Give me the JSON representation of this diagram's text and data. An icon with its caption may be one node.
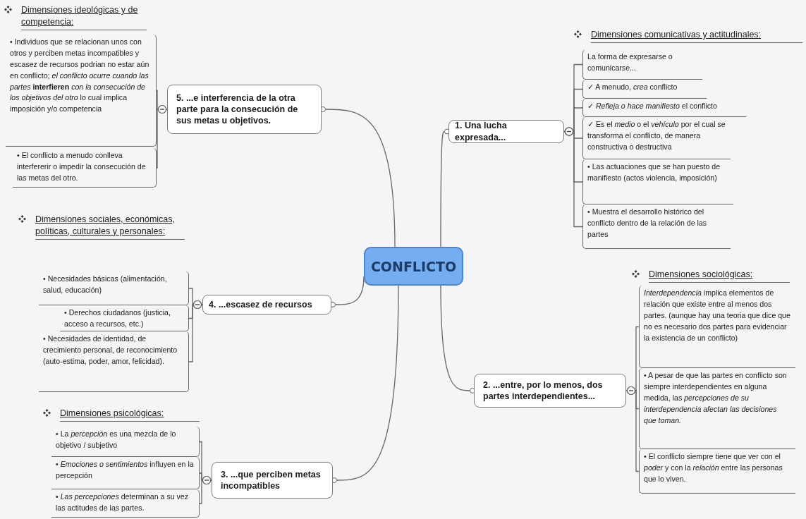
{
  "diagram": {
    "nodes": [
      {
        "text": [
          "CONFLICTO"
        ]
      },
      {
        "text": [
          "5. ...e interferencia de la otra parte para la consecución de sus metas u objetivos."
        ]
      },
      {
        "text": [
          "• Individuos que se relacionan unos con otros y perciben metas incompatibles y escasez de recursos podrian no estar aún en conflicto; *el conflicto ocurre cuando las partes* **interfieren** *con la consecución de los objetivos del otro* lo cual implica imposición y/o competencia"
        ]
      },
      {
        "text": [
          "• El conflicto a menudo conlleva interfererir o impedir la consecución de las metas del otro."
        ]
      },
      {
        "text": [
          "1. Una lucha expresada..."
        ]
      },
      {
        "text": [
          "La forma de expresarse o comunicarse..."
        ]
      },
      {
        "text": [
          "✓ A menudo, *crea* conflicto"
        ]
      },
      {
        "text": [
          "✓ *Refleja o hace manifiesto* el conflicto"
        ]
      },
      {
        "text": [
          "✓ Es el *medio* o el *vehículo* por el cual se transforma el conflicto, de manera constructiva o destructiva"
        ]
      },
      {
        "text": [
          "• Las actuaciones que se han puesto de manifiesto (actos violencia, imposición)"
        ]
      },
      {
        "text": [
          "• Muestra el desarrollo histórico del conflicto dentro de la relación de las partes"
        ]
      },
      {
        "text": [
          "4. ...escasez de recursos"
        ]
      },
      {
        "text": [
          "• Necesidades básicas (alimentación, salud, educación)"
        ]
      },
      {
        "text": [
          "• Derechos ciudadanos (justicia, acceso a recursos, etc.)"
        ]
      },
      {
        "text": [
          "• Necesidades de identidad, de crecimiento personal, de reconocimiento (auto-estima, poder, amor, felicidad)."
        ]
      },
      {
        "text": [
          "2. ...entre, por lo menos, dos partes interdependientes..."
        ]
      },
      {
        "text": [
          "*Interdependencia* implica elementos de relación que existe entre al menos dos partes. (aunque hay una teoria que dice que no es necesario dos partes para evidenciar la existencia de un conflicto)"
        ]
      },
      {
        "text": [
          "• A pesar de que las partes en conflicto son siempre interdependientes en alguna medida, las *percepciones de su interdependencia afectan las decisiones que toman.*"
        ]
      },
      {
        "text": [
          "• El conflicto siempre tiene que ver con el *poder* y con la *relación* entre las personas que lo viven."
        ]
      },
      {
        "text": [
          "3. ...que perciben metas incompatibles"
        ]
      },
      {
        "text": [
          "• La *percepción* es una mezcla de lo objetivo / subjetivo"
        ]
      },
      {
        "text": [
          "• *Emociones o sentimientos* influyen en la percepción"
        ]
      },
      {
        "text": [
          "• *Las percepciones* determinan a su vez las actitudes de las partes."
        ]
      }
    ],
    "edges": [
      {
        "from": 0,
        "to": 1,
        "arrow": "other"
      },
      {
        "from": 0,
        "to": 4,
        "arrow": "other"
      },
      {
        "from": 0,
        "to": 11,
        "arrow": "other"
      },
      {
        "from": 0,
        "to": 15,
        "arrow": "other"
      },
      {
        "from": 0,
        "to": 19,
        "arrow": "other"
      },
      {
        "from": 1,
        "to": 2,
        "arrow": "other"
      },
      {
        "from": 1,
        "to": 3,
        "arrow": "other"
      },
      {
        "from": 4,
        "to": 5,
        "arrow": "other"
      },
      {
        "from": 4,
        "to": 6,
        "arrow": "other"
      },
      {
        "from": 4,
        "to": 7,
        "arrow": "other"
      },
      {
        "from": 4,
        "to": 8,
        "arrow": "other"
      },
      {
        "from": 4,
        "to": 9,
        "arrow": "other"
      },
      {
        "from": 4,
        "to": 10,
        "arrow": "other"
      },
      {
        "from": 11,
        "to": 12,
        "arrow": "other"
      },
      {
        "from": 11,
        "to": 13,
        "arrow": "other"
      },
      {
        "from": 11,
        "to": 14,
        "arrow": "other"
      },
      {
        "from": 15,
        "to": 16,
        "arrow": "other"
      },
      {
        "from": 15,
        "to": 17,
        "arrow": "other"
      },
      {
        "from": 15,
        "to": 18,
        "arrow": "other"
      },
      {
        "from": 19,
        "to": 20,
        "arrow": "other"
      },
      {
        "from": 19,
        "to": 21,
        "arrow": "other"
      },
      {
        "from": 19,
        "to": 22,
        "arrow": "other"
      }
    ],
    "labels": [
      "Dimensiones ideológicas y de competencia:",
      "Dimensiones comunicativas y actitudinales:",
      "Dimensiones sociales, económicas, políticas, culturales y personales:",
      "Dimensiones sociológicas:",
      "Dimensiones psicológicas:"
    ]
  }
}
